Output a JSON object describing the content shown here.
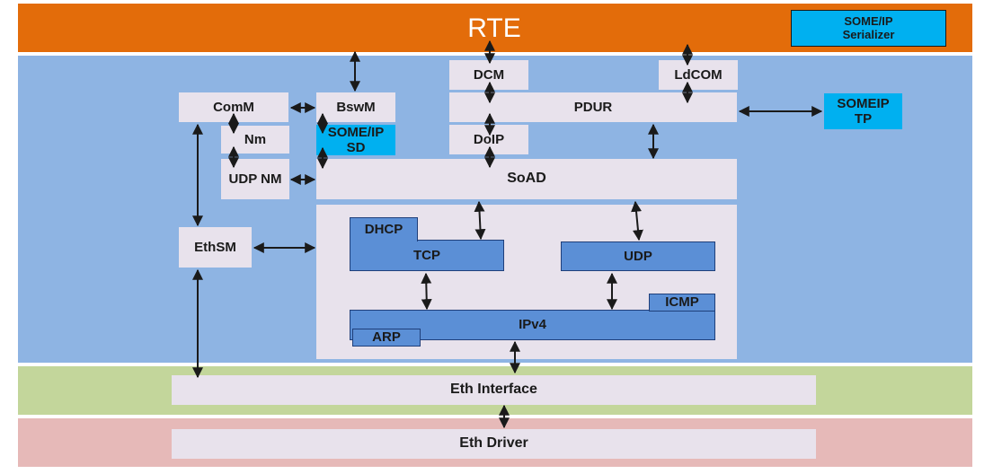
{
  "bands": {
    "rte": {
      "label": "RTE",
      "color": "#e36c0a"
    },
    "bsw": {
      "color": "#8eb4e3"
    },
    "interface": {
      "color": "#c3d69b"
    },
    "driver": {
      "color": "#e6b9b8"
    }
  },
  "modules": {
    "some_ip_serializer": "SOME/IP\nSerializer",
    "dcm": "DCM",
    "ldcom": "LdCOM",
    "comm": "ComM",
    "bswm": "BswM",
    "pdur": "PDUR",
    "someip_tp": "SOMEIP\nTP",
    "nm": "Nm",
    "some_ip_sd": "SOME/IP\nSD",
    "doip": "DoIP",
    "udp_nm": "UDP NM",
    "soad": "SoAD",
    "dhcp": "DHCP",
    "tcp": "TCP",
    "udp": "UDP",
    "ethsm": "EthSM",
    "icmp": "ICMP",
    "ipv4": "IPv4",
    "arp": "ARP",
    "eth_interface": "Eth Interface",
    "eth_driver": "Eth Driver"
  },
  "colors": {
    "module_fill": "#e8e2ec",
    "tcpip_fill": "#5b8fd6",
    "someip_fill": "#00b0f0",
    "arrow": "#1a1a1a"
  }
}
